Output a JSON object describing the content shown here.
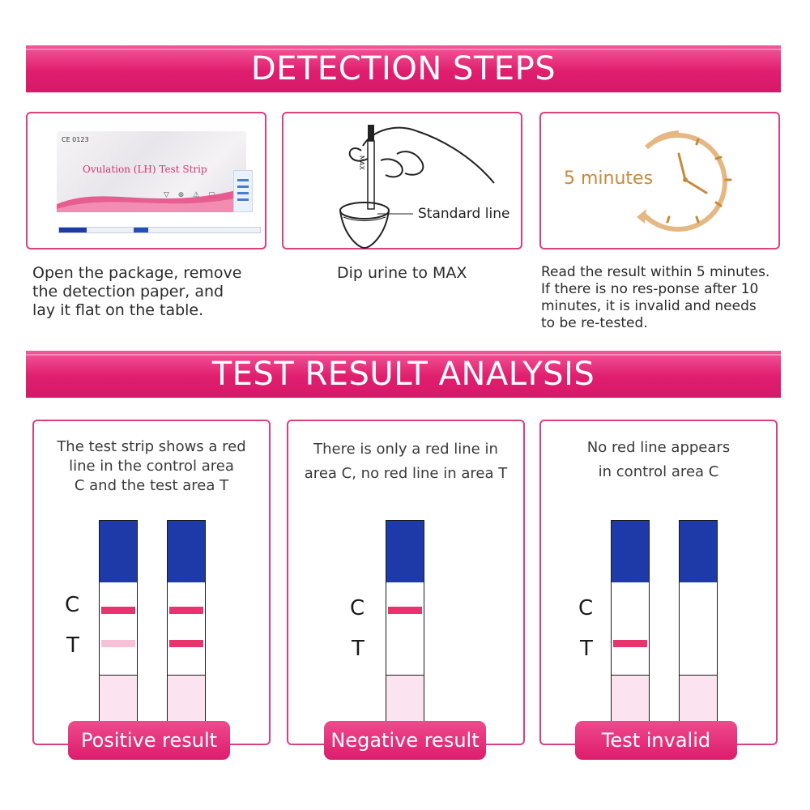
{
  "banners": {
    "steps": "DETECTION STEPS",
    "results": "TEST RESULT ANALYSIS"
  },
  "steps": {
    "step1": {
      "package_title": "Ovulation (LH) Test Strip",
      "package_mark": "CE 0123",
      "text": "Open the package, remove\nthe detection paper, and\nlay it flat on the table."
    },
    "step2": {
      "strip_label": "MAX",
      "standard_line_label": "Standard line",
      "text": "Dip urine to MAX"
    },
    "step3": {
      "timer_label": "5 minutes",
      "text": "Read the result within 5 minutes.\nIf there is no res-ponse after 10\nminutes, it is invalid and needs\n to be re-tested."
    }
  },
  "results": {
    "positive": {
      "description": "The test strip shows a red\nline in the control area\nC and the test area T",
      "label_c": "C",
      "label_t": "T",
      "button": "Positive result"
    },
    "negative": {
      "description": "There is only a red line in\narea C, no red line in area T",
      "label_c": "C",
      "label_t": "T",
      "button": "Negative result"
    },
    "invalid": {
      "description": "No red line appears\nin control area C",
      "label_c": "C",
      "label_t": "T",
      "button": "Test invalid"
    }
  },
  "colors": {
    "accent": "#e01e6e",
    "strip_cap": "#1d3aa8",
    "result_line": "#e8336f",
    "timer": "#c78a3c"
  }
}
